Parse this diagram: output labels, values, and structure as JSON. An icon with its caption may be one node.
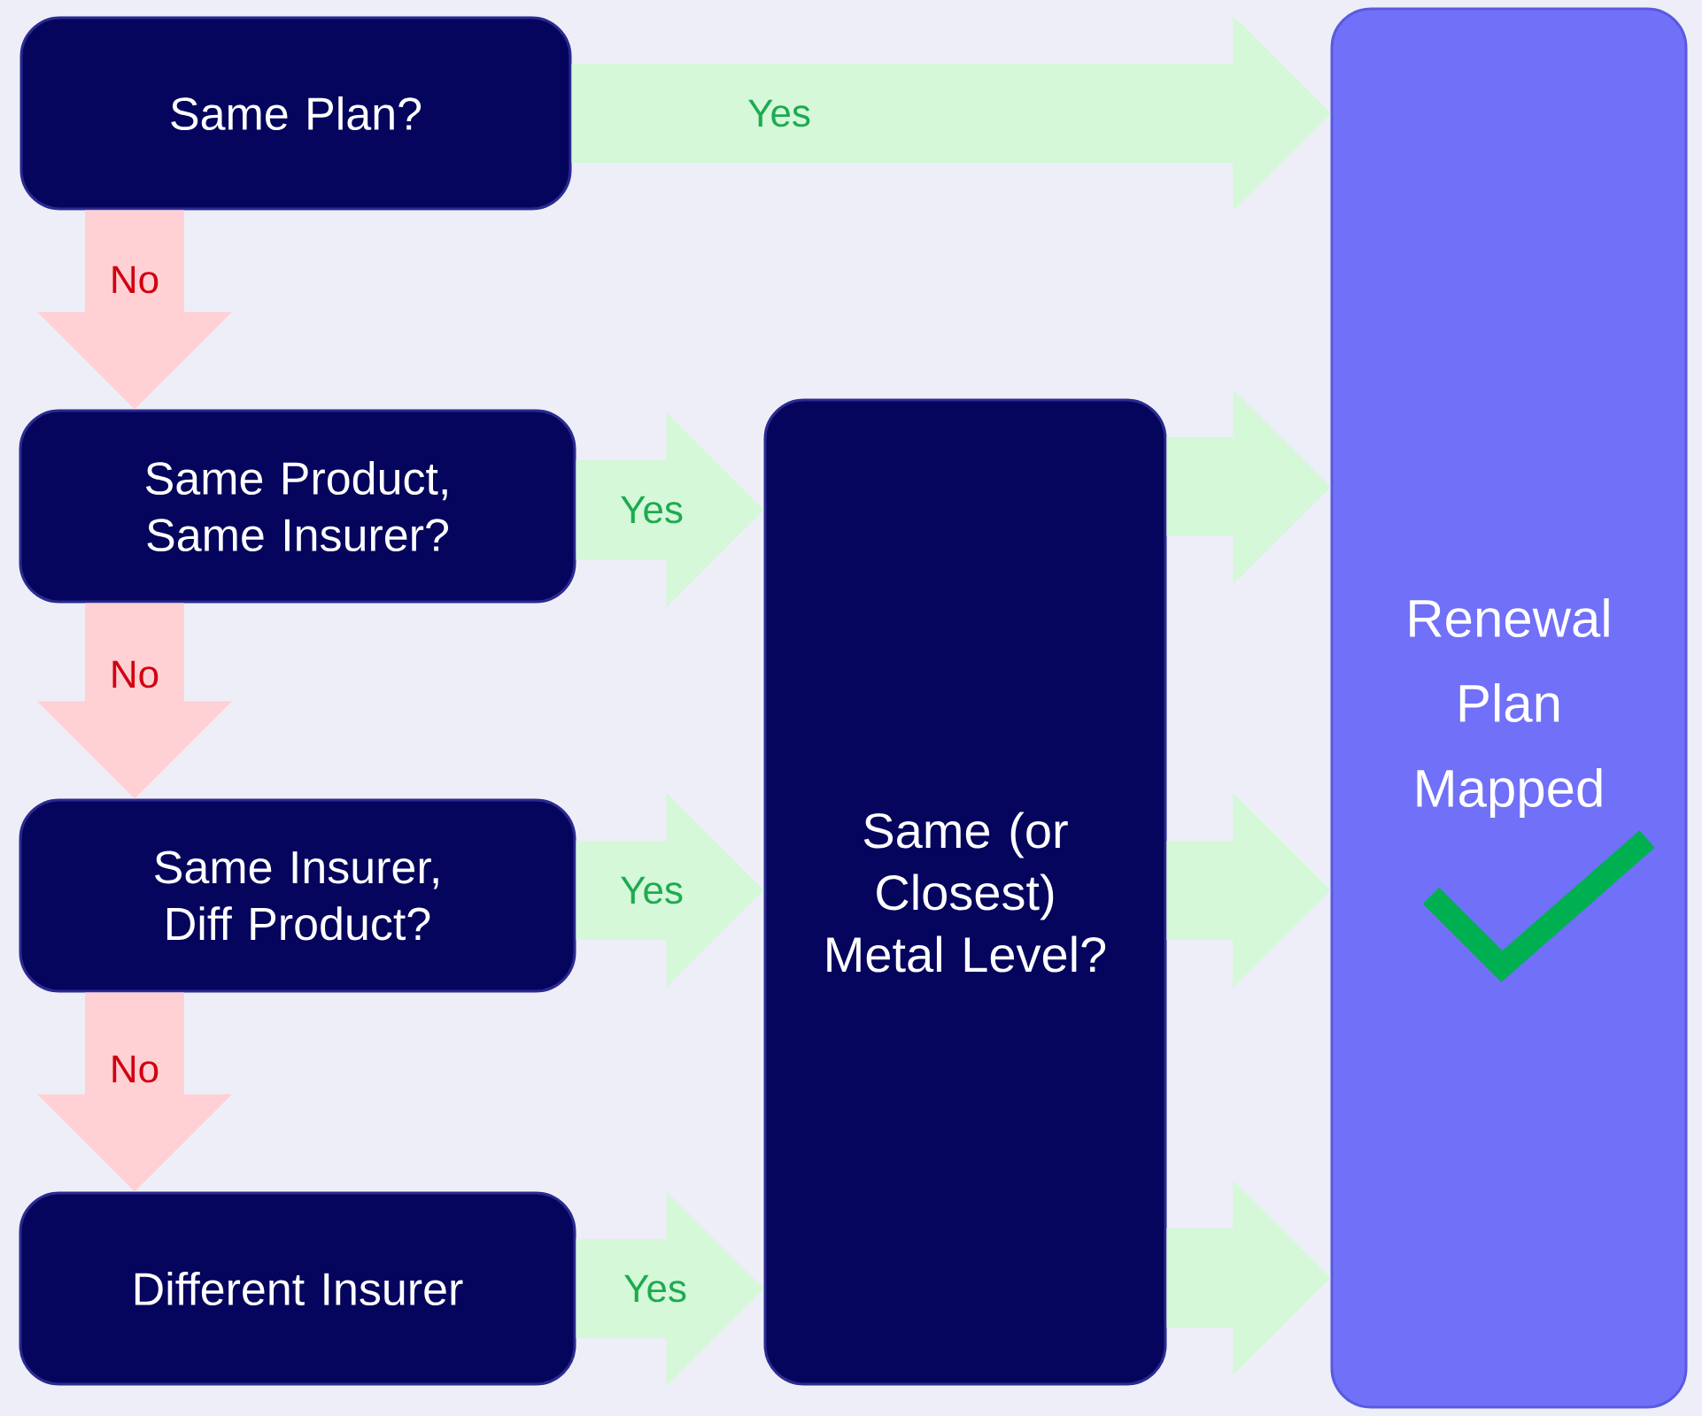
{
  "diagram": {
    "nodes": [
      {
        "text": [
          "Same Plan?"
        ]
      },
      {
        "text": [
          "Same Product, Same Insurer?"
        ]
      },
      {
        "text": [
          "Same Insurer, Diff Product?"
        ]
      },
      {
        "text": [
          "Different Insurer"
        ]
      },
      {
        "text": [
          "Same (or Closest) Metal Level?"
        ]
      },
      {
        "text": [
          "Renewal Plan Mapped"
        ]
      }
    ],
    "edges": [
      {
        "from": 0,
        "to": 5,
        "arrow": "to",
        "label": "Yes"
      },
      {
        "from": 0,
        "to": 1,
        "arrow": "to",
        "label": "No",
        "color": "#ffd0d4"
      },
      {
        "from": 1,
        "to": 4,
        "arrow": "to",
        "label": "Yes"
      },
      {
        "from": 1,
        "to": 2,
        "arrow": "to",
        "label": "No",
        "color": "#ffd0d4"
      },
      {
        "from": 2,
        "to": 4,
        "arrow": "to",
        "label": "Yes"
      },
      {
        "from": 2,
        "to": 3,
        "arrow": "to",
        "label": "No",
        "color": "#ffd0d4"
      },
      {
        "from": 3,
        "to": 4,
        "arrow": "to",
        "label": "Yes"
      },
      {
        "from": 4,
        "to": 5,
        "arrow": "to"
      },
      {
        "from": 4,
        "to": 5,
        "arrow": "to"
      },
      {
        "from": 4,
        "to": 5,
        "arrow": "to"
      }
    ]
  }
}
